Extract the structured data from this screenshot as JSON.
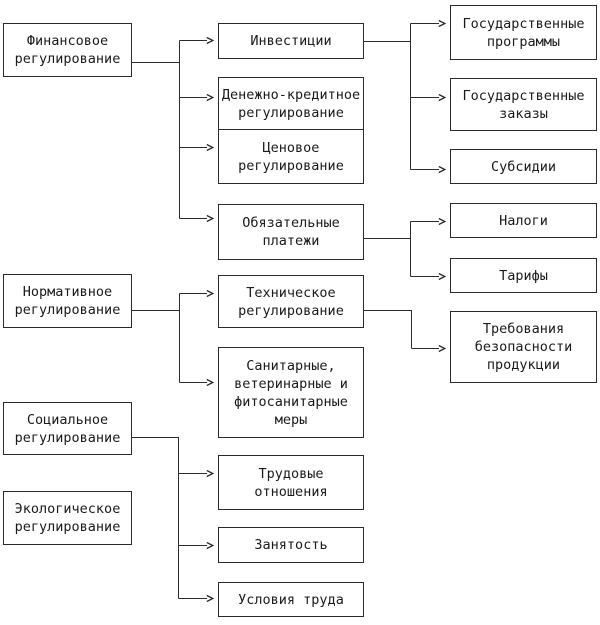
{
  "diagram": {
    "type": "flowchart",
    "language": "ru",
    "colors": {
      "background": "#ffffff",
      "box_fill": "#ffffff",
      "box_border": "#2b2b2b",
      "text": "#1a1a1a",
      "connector": "#2b2b2b"
    },
    "arrow_style": "open-chevron",
    "nodes": {
      "financial": {
        "label": "Финансовое\nрегулирование"
      },
      "normative": {
        "label": "Нормативное\nрегулирование"
      },
      "social": {
        "label": "Социальное\nрегулирование"
      },
      "ecological": {
        "label": "Экологическое\nрегулирование"
      },
      "investments": {
        "label": "Инвестиции"
      },
      "monetary": {
        "label": "Денежно-кредитное\nрегулирование"
      },
      "price": {
        "label": "Ценовое\nрегулирование"
      },
      "mandatory": {
        "label": "Обязательные\nплатежи"
      },
      "technical": {
        "label": "Техническое\nрегулирование"
      },
      "sanitary": {
        "label": "Санитарные,\nветеринарные и\nфитосанитарные\nмеры"
      },
      "labor": {
        "label": "Трудовые\nотношения"
      },
      "employment": {
        "label": "Занятость"
      },
      "conditions": {
        "label": "Условия труда"
      },
      "programs": {
        "label": "Государственные\nпрограммы"
      },
      "orders": {
        "label": "Государственные\nзаказы"
      },
      "subsidies": {
        "label": "Субсидии"
      },
      "taxes": {
        "label": "Налоги"
      },
      "tariffs": {
        "label": "Тарифы"
      },
      "requirements": {
        "label": "Требования\nбезопасности\nпродукции"
      }
    },
    "edges": [
      {
        "from": "financial",
        "to": "investments"
      },
      {
        "from": "financial",
        "to": "monetary"
      },
      {
        "from": "financial",
        "to": "price"
      },
      {
        "from": "financial",
        "to": "mandatory"
      },
      {
        "from": "investments",
        "to": "programs"
      },
      {
        "from": "investments",
        "to": "orders"
      },
      {
        "from": "investments",
        "to": "subsidies"
      },
      {
        "from": "mandatory",
        "to": "taxes"
      },
      {
        "from": "mandatory",
        "to": "tariffs"
      },
      {
        "from": "normative",
        "to": "technical"
      },
      {
        "from": "normative",
        "to": "sanitary"
      },
      {
        "from": "technical",
        "to": "requirements"
      },
      {
        "from": "social",
        "to": "labor"
      },
      {
        "from": "social",
        "to": "employment"
      },
      {
        "from": "social",
        "to": "conditions"
      }
    ]
  }
}
